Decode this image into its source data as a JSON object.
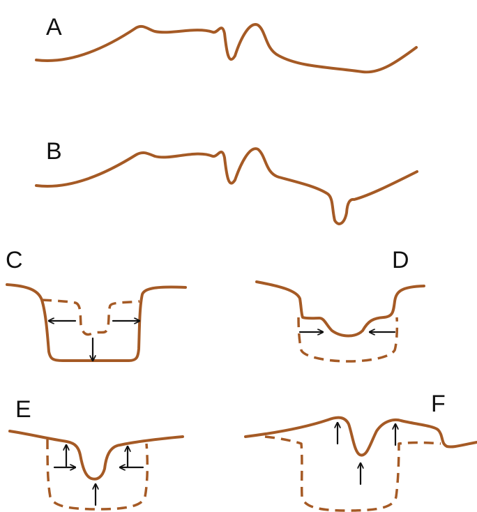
{
  "panels": {
    "a": {
      "label": "A"
    },
    "b": {
      "label": "B"
    },
    "c": {
      "label": "C"
    },
    "d": {
      "label": "D"
    },
    "e": {
      "label": "E"
    },
    "f": {
      "label": "F"
    }
  },
  "colors": {
    "profile": "#a55a25",
    "arrow": "#111111",
    "background": "#ffffff"
  }
}
